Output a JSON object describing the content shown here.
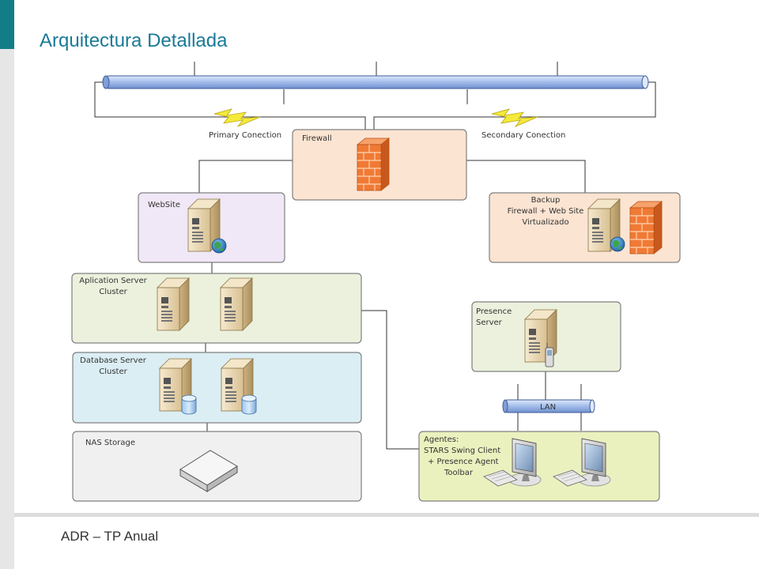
{
  "slide": {
    "title": "Arquitectura Detallada",
    "footer": "ADR – TP Anual"
  },
  "diagram": {
    "links": {
      "primary": "Primary Conection",
      "secondary": "Secondary Conection"
    },
    "nodes": {
      "firewall": {
        "label": "Firewall"
      },
      "website": {
        "label": "WebSite"
      },
      "backup": {
        "label_lines": [
          "Backup",
          "Firewall + Web Site",
          "Virtualizado"
        ]
      },
      "app_cluster": {
        "label_lines": [
          "Aplication Server",
          "Cluster"
        ]
      },
      "db_cluster": {
        "label_lines": [
          "Database Server",
          "Cluster"
        ]
      },
      "nas": {
        "label": "NAS Storage"
      },
      "presence": {
        "label_lines": [
          "Presence",
          "Server"
        ]
      },
      "lan": {
        "label": "LAN"
      },
      "agents": {
        "label_lines": [
          "Agentes:",
          "STARS Swing Client",
          "+ Presence Agent",
          "Toolbar"
        ]
      }
    },
    "colors": {
      "bus": "#9fb9e6",
      "firewall_box": "#fce4d2",
      "website_box": "#f0e8f6",
      "backup_box": "#fce4d2",
      "app_box": "#ebf1dd",
      "db_box": "#dbeef4",
      "nas_box": "#f0f0f0",
      "presence_box": "#ebf1dd",
      "agents_box": "#ebf1be",
      "brick": "#f07a35",
      "lightning": "#f4ea3a",
      "server": "#ead8b3"
    }
  }
}
